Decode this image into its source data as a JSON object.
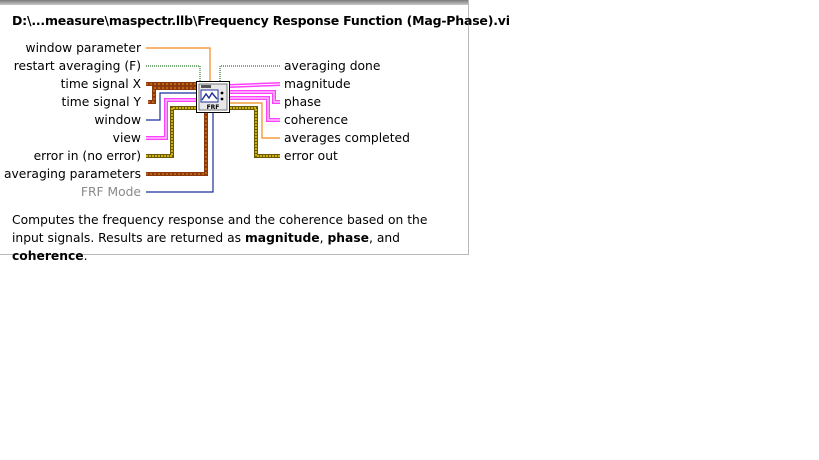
{
  "window": {
    "title": "D:\\...measure\\maspectr.llb\\Frequency Response Function (Mag-Phase).vi"
  },
  "icon": {
    "name": "frf-function-icon",
    "text": "FRF"
  },
  "inputs": [
    {
      "label": "window parameter"
    },
    {
      "label": "restart averaging (F)"
    },
    {
      "label": "time signal X"
    },
    {
      "label": "time signal Y"
    },
    {
      "label": "window"
    },
    {
      "label": "view"
    },
    {
      "label": "error in (no error)"
    },
    {
      "label": "averaging parameters"
    },
    {
      "label": "FRF Mode"
    }
  ],
  "outputs": [
    {
      "label": "averaging done"
    },
    {
      "label": "magnitude"
    },
    {
      "label": "phase"
    },
    {
      "label": "coherence"
    },
    {
      "label": "averages completed"
    },
    {
      "label": "error out"
    }
  ],
  "description": {
    "intro": "Computes the frequency response and the coherence based on the input signals. Results are returned as ",
    "bold1": "magnitude",
    "sep1": ", ",
    "bold2": "phase",
    "sep2": ", and ",
    "bold3": "coherence",
    "end": "."
  },
  "colors": {
    "orange": "#f08a1c",
    "brown": "#8b3a0e",
    "pink": "#ff40ff",
    "yellow": "#f2d21c",
    "blue": "#1f2f9a",
    "green": "#2f7a2f",
    "gray": "#8a8a8a"
  }
}
